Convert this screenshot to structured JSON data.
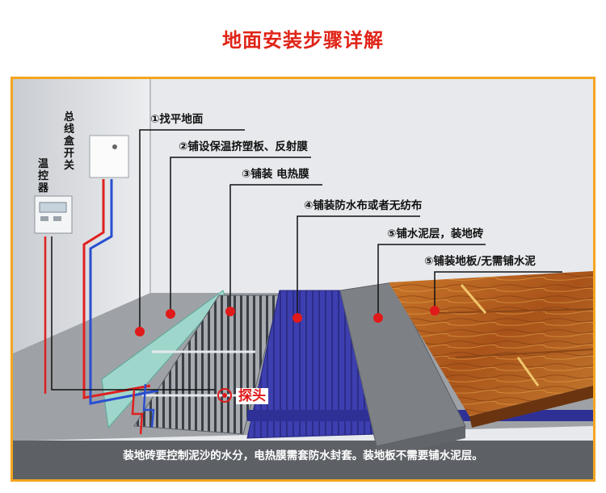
{
  "title": "地面安装步骤详解",
  "labels": {
    "switch_box": "总线盒开关",
    "thermostat": "温控器",
    "probe": "探头"
  },
  "steps": [
    {
      "text": "①找平地面"
    },
    {
      "text": "②铺设保温挤塑板、反射膜"
    },
    {
      "text": "③铺装 电热膜"
    },
    {
      "text": "④铺装防水布或者无纺布"
    },
    {
      "text": "⑤铺水泥层，装地砖"
    },
    {
      "text": "⑤铺装地板/无需铺水泥"
    }
  ],
  "footer": "装地砖要控制泥沙的水分，电热膜需套防水封套。装地板不需要铺水泥层。",
  "colors": {
    "title": "#e02418",
    "frame": "#f4a51f",
    "marker": "#e01a1a",
    "wire_red": "#e02020",
    "wire_blue": "#2a4fd0",
    "wall": "#dcdfe3",
    "floor": "#9ea2a6",
    "membrane": "#3d3fb0",
    "wood": "#b8621c"
  }
}
